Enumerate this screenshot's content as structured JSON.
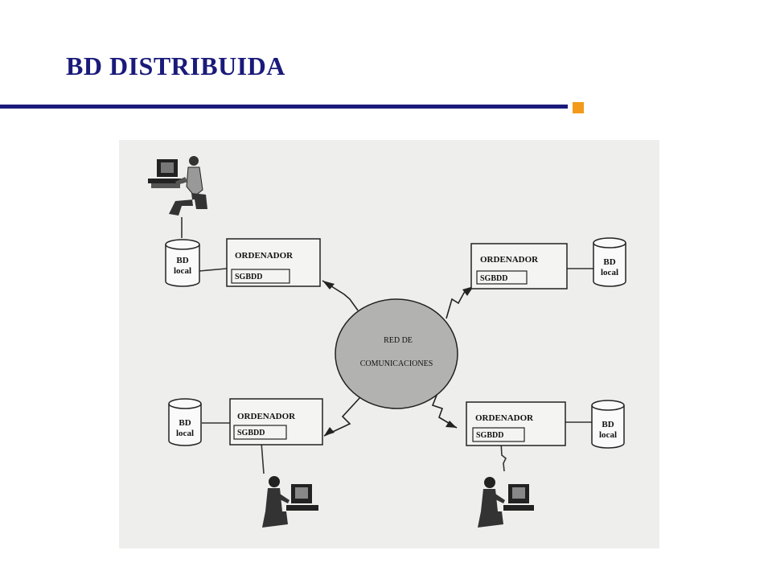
{
  "header": {
    "title": "BD DISTRIBUIDA",
    "rule_color": "#1a1a7a",
    "accent_color": "#f39a1a"
  },
  "diagram": {
    "network": {
      "line1": "RED DE",
      "line2": "COMUNICACIONES"
    },
    "nodes": [
      {
        "id": "top-left",
        "computer": "ORDENADOR",
        "dbms": "SGBDD",
        "db_line1": "BD",
        "db_line2": "local",
        "has_user": true
      },
      {
        "id": "top-right",
        "computer": "ORDENADOR",
        "dbms": "SGBDD",
        "db_line1": "BD",
        "db_line2": "local",
        "has_user": false
      },
      {
        "id": "bottom-left",
        "computer": "ORDENADOR",
        "dbms": "SGBDD",
        "db_line1": "BD",
        "db_line2": "local",
        "has_user": true
      },
      {
        "id": "bottom-right",
        "computer": "ORDENADOR",
        "dbms": "SGBDD",
        "db_line1": "BD",
        "db_line2": "local",
        "has_user": true
      }
    ]
  }
}
